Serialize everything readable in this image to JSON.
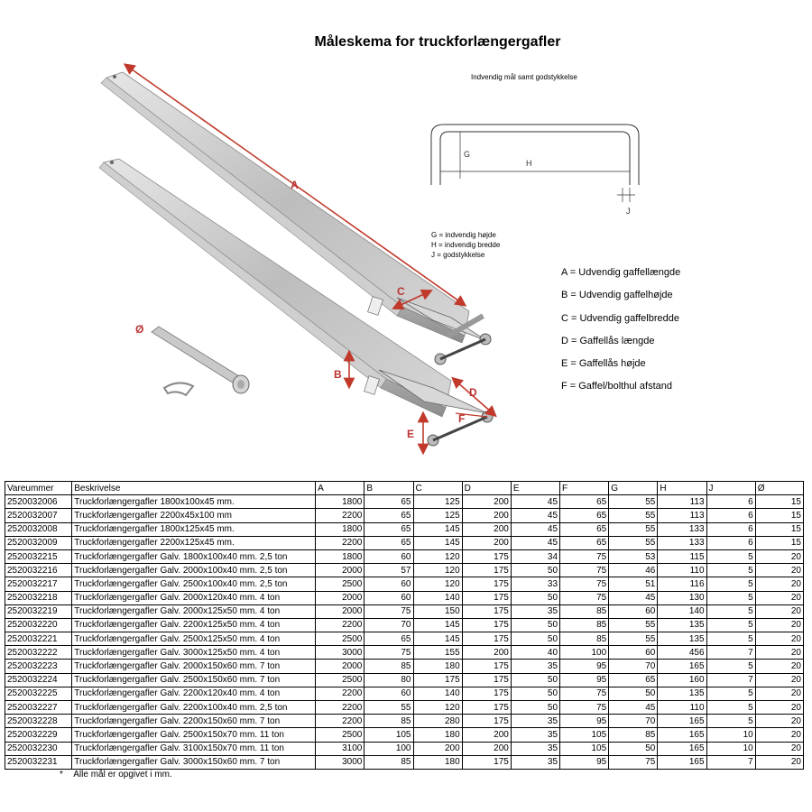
{
  "title": "Måleskema for truckforlængergafler",
  "section_caption": "Indvendig mål samt godstykkelse",
  "section_dims": {
    "g": "G",
    "h": "H",
    "j": "J"
  },
  "glossary": [
    "G = indvendig højde",
    "H = indvendig bredde",
    "J = godstykkelse"
  ],
  "fork_labels": {
    "a": "A",
    "b": "B",
    "c": "C",
    "d": "D",
    "e": "E",
    "f": "F",
    "pin": "Ø"
  },
  "legend": [
    "A = Udvendig gaffellængde",
    "B = Udvendig gaffelhøjde",
    "C = Udvendig gaffelbredde",
    "D = Gaffellås længde",
    "E = Gaffellås højde",
    "F = Gaffel/bolthul afstand"
  ],
  "table": {
    "headers": [
      "Vareummer",
      "Beskrivelse",
      "A",
      "B",
      "C",
      "D",
      "E",
      "F",
      "G",
      "H",
      "J",
      "Ø"
    ],
    "rows": [
      [
        "2520032006",
        "Truckforlængergafler 1800x100x45 mm.",
        "1800",
        "65",
        "125",
        "200",
        "45",
        "65",
        "55",
        "113",
        "6",
        "15"
      ],
      [
        "2520032007",
        "Truckforlængergafler 2200x45x100 mm",
        "2200",
        "65",
        "125",
        "200",
        "45",
        "65",
        "55",
        "113",
        "6",
        "15"
      ],
      [
        "2520032008",
        "Truckforlængergafler 1800x125x45 mm.",
        "1800",
        "65",
        "145",
        "200",
        "45",
        "65",
        "55",
        "133",
        "6",
        "15"
      ],
      [
        "2520032009",
        "Truckforlængergafler 2200x125x45 mm.",
        "2200",
        "65",
        "145",
        "200",
        "45",
        "65",
        "55",
        "133",
        "6",
        "15"
      ],
      [
        "2520032215",
        "Truckforlængergafler Galv. 1800x100x40 mm. 2,5 ton",
        "1800",
        "60",
        "120",
        "175",
        "34",
        "75",
        "53",
        "115",
        "5",
        "20"
      ],
      [
        "2520032216",
        "Truckforlængergafler Galv. 2000x100x40 mm. 2,5 ton",
        "2000",
        "57",
        "120",
        "175",
        "50",
        "75",
        "46",
        "110",
        "5",
        "20"
      ],
      [
        "2520032217",
        "Truckforlængergafler Galv. 2500x100x40 mm. 2,5 ton",
        "2500",
        "60",
        "120",
        "175",
        "33",
        "75",
        "51",
        "116",
        "5",
        "20"
      ],
      [
        "2520032218",
        "Truckforlængergafler Galv. 2000x120x40 mm. 4 ton",
        "2000",
        "60",
        "140",
        "175",
        "50",
        "75",
        "45",
        "130",
        "5",
        "20"
      ],
      [
        "2520032219",
        "Truckforlængergafler Galv. 2000x125x50 mm. 4 ton",
        "2000",
        "75",
        "150",
        "175",
        "35",
        "85",
        "60",
        "140",
        "5",
        "20"
      ],
      [
        "2520032220",
        "Truckforlængergafler Galv. 2200x125x50 mm. 4 ton",
        "2200",
        "70",
        "145",
        "175",
        "50",
        "85",
        "55",
        "135",
        "5",
        "20"
      ],
      [
        "2520032221",
        "Truckforlængergafler Galv. 2500x125x50 mm. 4 ton",
        "2500",
        "65",
        "145",
        "175",
        "50",
        "85",
        "55",
        "135",
        "5",
        "20"
      ],
      [
        "2520032222",
        "Truckforlængergafler Galv. 3000x125x50 mm. 4 ton",
        "3000",
        "75",
        "155",
        "200",
        "40",
        "100",
        "60",
        "456",
        "7",
        "20"
      ],
      [
        "2520032223",
        "Truckforlængergafler Galv. 2000x150x60 mm. 7 ton",
        "2000",
        "85",
        "180",
        "175",
        "35",
        "95",
        "70",
        "165",
        "5",
        "20"
      ],
      [
        "2520032224",
        "Truckforlængergafler Galv. 2500x150x60 mm. 7 ton",
        "2500",
        "80",
        "175",
        "175",
        "50",
        "95",
        "65",
        "160",
        "7",
        "20"
      ],
      [
        "2520032225",
        "Truckforlængergafler Galv. 2200x120x40 mm. 4 ton",
        "2200",
        "60",
        "140",
        "175",
        "50",
        "75",
        "50",
        "135",
        "5",
        "20"
      ],
      [
        "2520032227",
        "Truckforlængergafler Galv. 2200x100x40 mm. 2,5 ton",
        "2200",
        "55",
        "120",
        "175",
        "50",
        "75",
        "45",
        "110",
        "5",
        "20"
      ],
      [
        "2520032228",
        "Truckforlængergafler Galv. 2200x150x60 mm. 7 ton",
        "2200",
        "85",
        "280",
        "175",
        "35",
        "95",
        "70",
        "165",
        "5",
        "20"
      ],
      [
        "2520032229",
        "Truckforlængergafler Galv. 2500x150x70 mm. 11 ton",
        "2500",
        "105",
        "180",
        "200",
        "35",
        "105",
        "85",
        "165",
        "10",
        "20"
      ],
      [
        "2520032230",
        "Truckforlængergafler Galv. 3100x150x70 mm. 11 ton",
        "3100",
        "100",
        "200",
        "200",
        "35",
        "105",
        "50",
        "165",
        "10",
        "20"
      ],
      [
        "2520032231",
        "Truckforlængergafler Galv. 3000x150x60 mm. 7 ton",
        "3000",
        "85",
        "180",
        "175",
        "35",
        "95",
        "75",
        "165",
        "7",
        "20"
      ]
    ]
  },
  "footnote": {
    "marker": "*",
    "text": "Alle mål er opgivet i mm."
  }
}
